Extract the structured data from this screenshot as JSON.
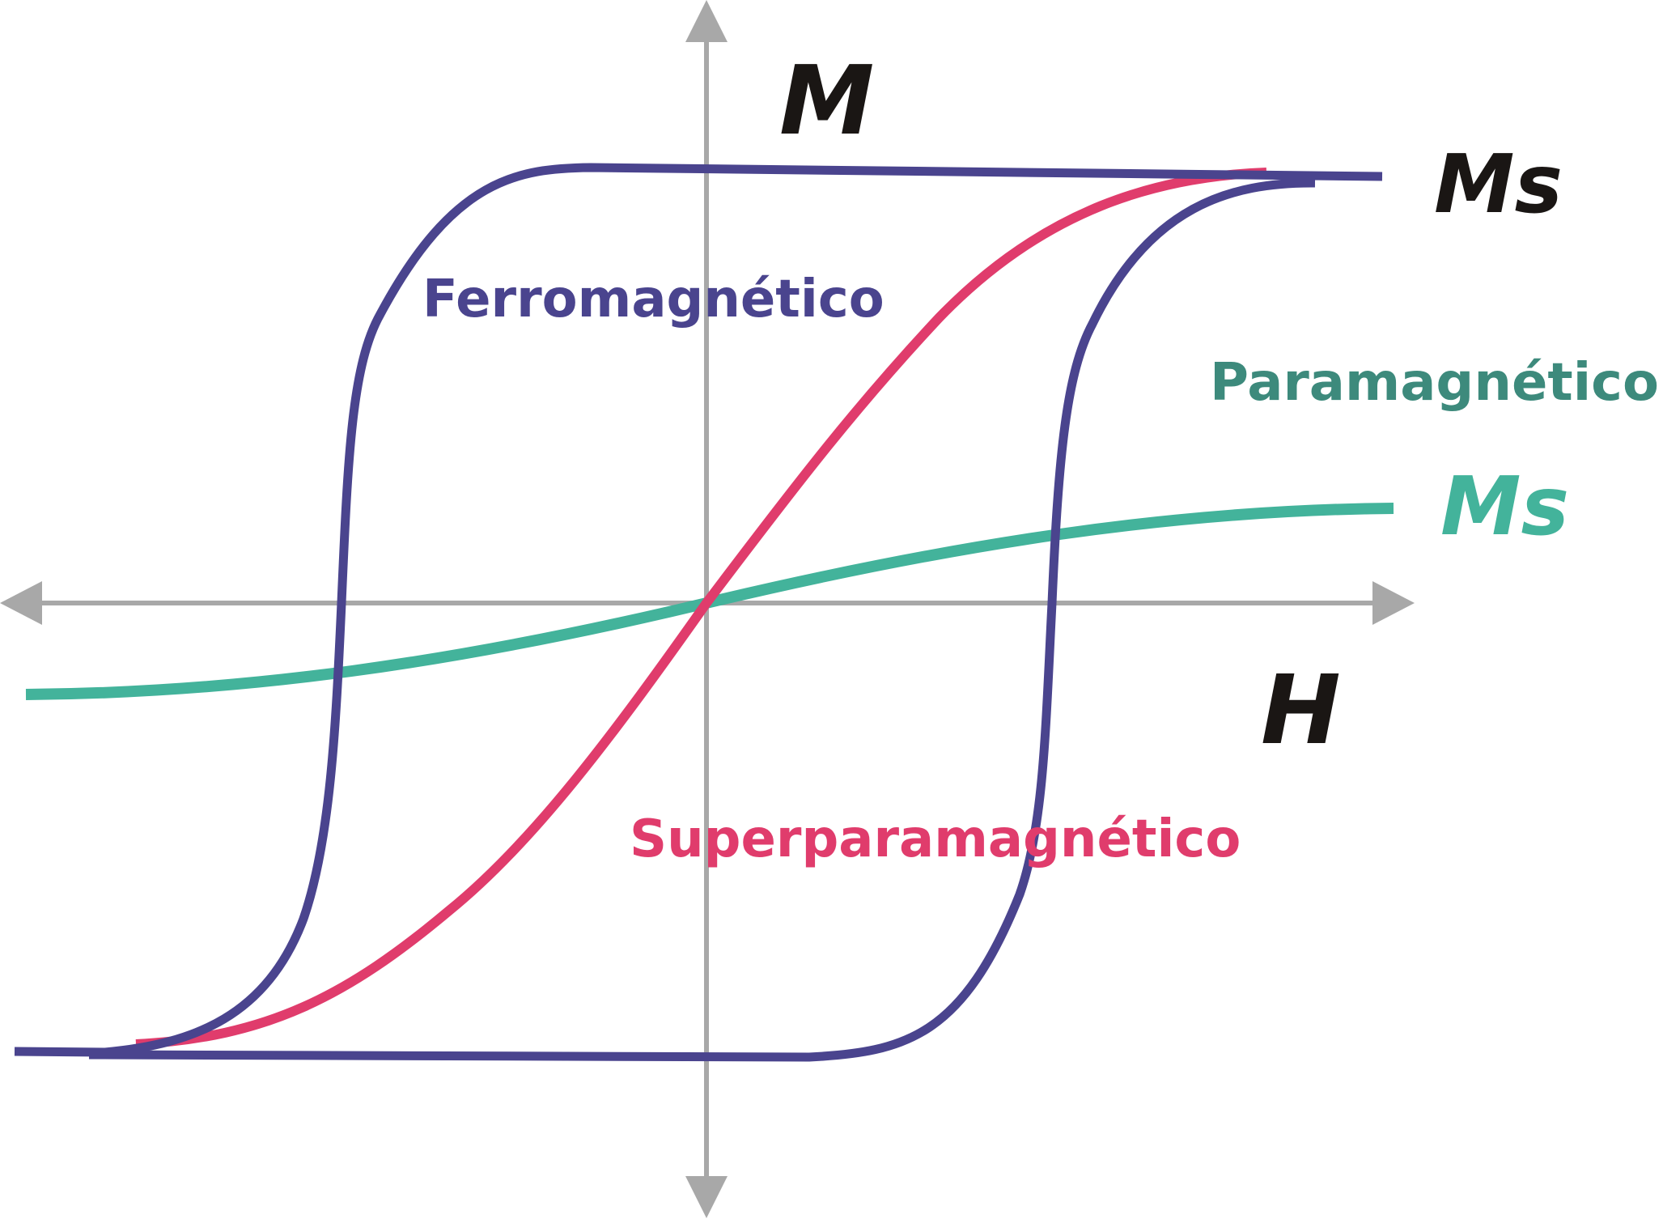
{
  "axes": {
    "vertical_label": "M",
    "horizontal_label": "H",
    "color": "#a8a8a8"
  },
  "curves": {
    "ferromagnetic": {
      "label": "Ferromagnético",
      "color": "#4a448e",
      "saturation_label": "Ms",
      "saturation_label_color": "#1a1614"
    },
    "superparamagnetic": {
      "label": "Superparamagnético",
      "color": "#e03c6c"
    },
    "paramagnetic": {
      "label": "Paramagnético",
      "color": "#43b39b",
      "label_color": "#3d8a7c",
      "saturation_label": "Ms",
      "saturation_label_color": "#43b39b"
    }
  }
}
